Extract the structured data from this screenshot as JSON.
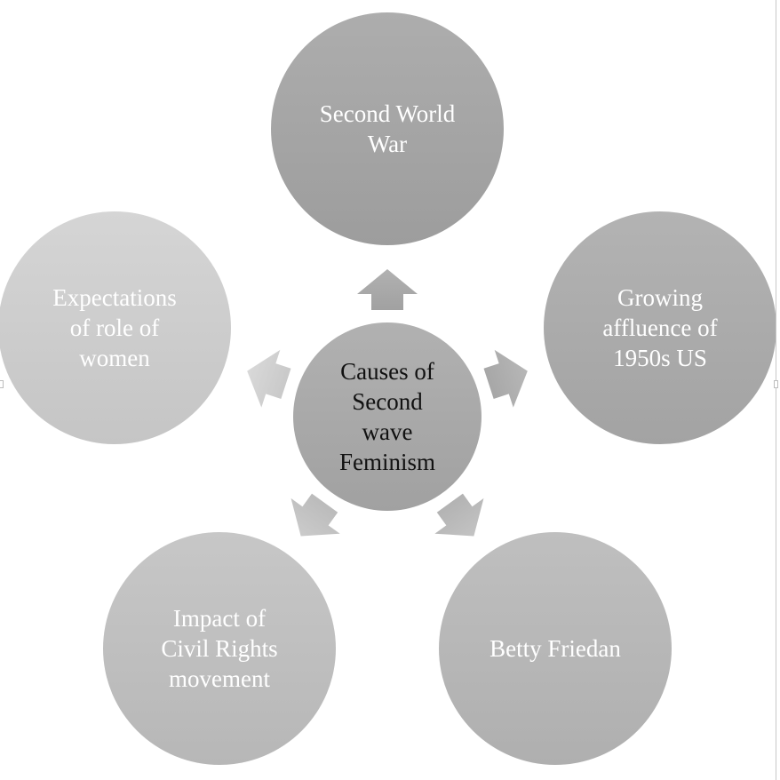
{
  "diagram": {
    "center": {
      "label_lines": [
        "Causes of",
        "Second",
        "wave",
        "Feminism"
      ]
    },
    "nodes": [
      {
        "id": "second-world-war",
        "label_lines": [
          "Second World",
          "War"
        ],
        "color": "#a3a3a3"
      },
      {
        "id": "growing-affluence",
        "label_lines": [
          "Growing",
          "affluence of",
          "1950s US"
        ],
        "color": "#a9a9a9"
      },
      {
        "id": "betty-friedan",
        "label_lines": [
          "Betty Friedan"
        ],
        "color": "#b5b5b5"
      },
      {
        "id": "civil-rights",
        "label_lines": [
          "Impact of",
          "Civil Rights",
          "movement"
        ],
        "color": "#bdbdbd"
      },
      {
        "id": "role-of-women",
        "label_lines": [
          "Expectations",
          "of role of",
          "women"
        ],
        "color": "#cbcbcb"
      }
    ],
    "center_color": "#a7a7a7"
  }
}
